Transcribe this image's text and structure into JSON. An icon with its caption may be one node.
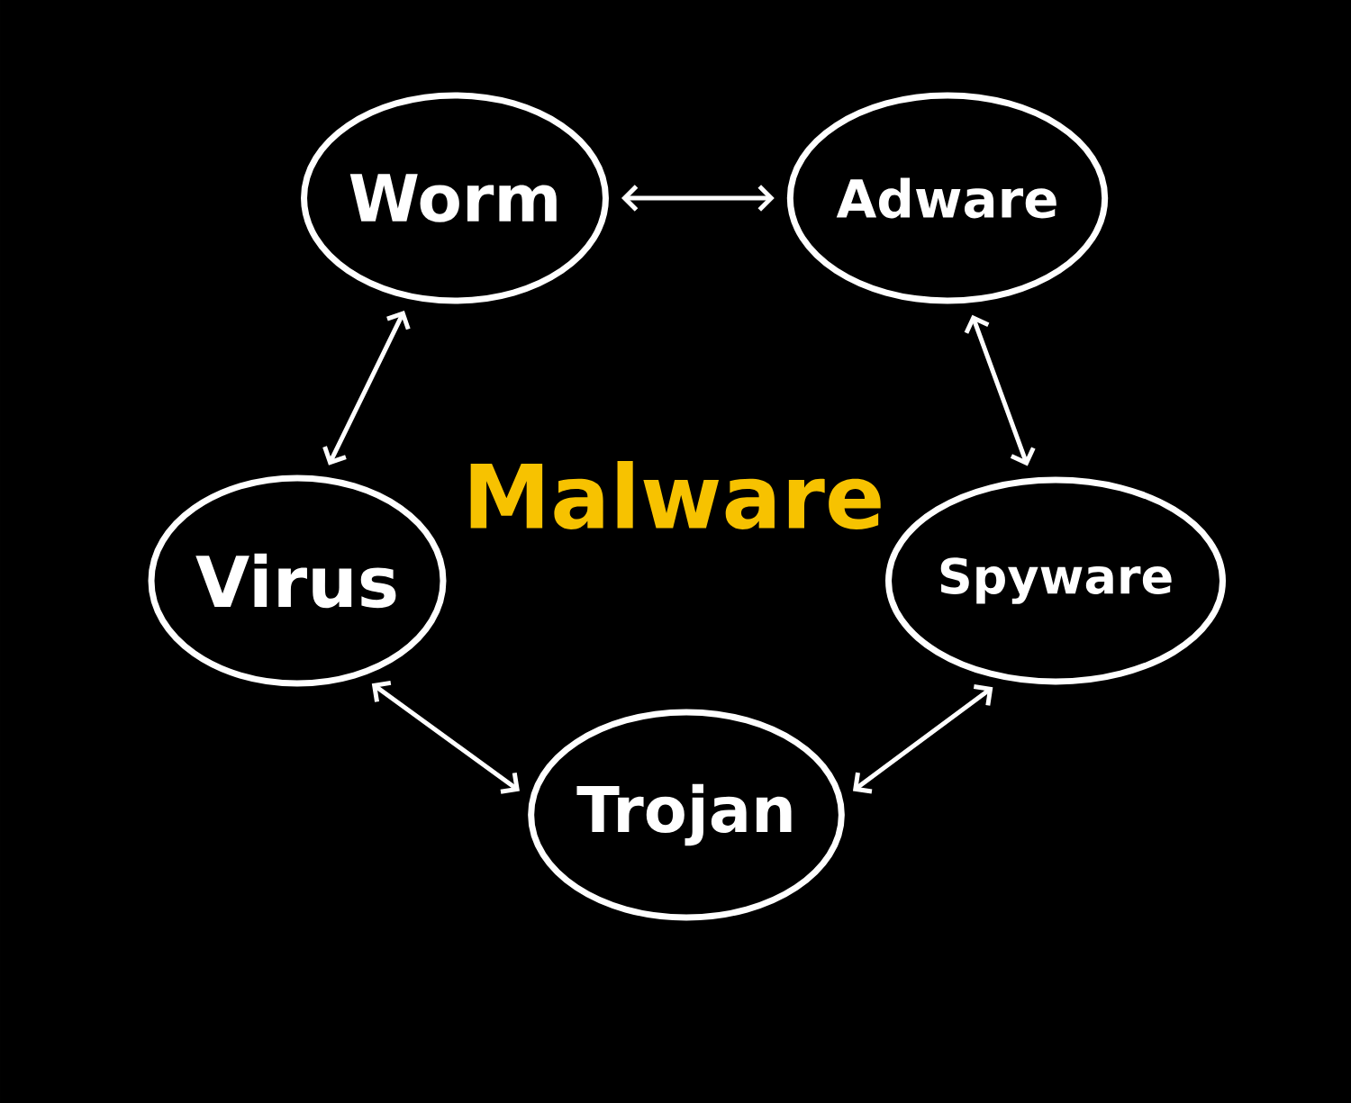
{
  "diagram": {
    "title": "Malware",
    "nodes": [
      {
        "text": [
          "Worm"
        ]
      },
      {
        "text": [
          "Adware"
        ]
      },
      {
        "text": [
          "Virus"
        ]
      },
      {
        "text": [
          "Spyware"
        ]
      },
      {
        "text": [
          "Trojan"
        ]
      }
    ],
    "edges": [
      {
        "from": 0,
        "to": 1,
        "arrow": "both"
      },
      {
        "from": 0,
        "to": 2,
        "arrow": "both"
      },
      {
        "from": 1,
        "to": 3,
        "arrow": "both"
      },
      {
        "from": 2,
        "to": 4,
        "arrow": "both"
      },
      {
        "from": 3,
        "to": 4,
        "arrow": "both"
      }
    ]
  }
}
